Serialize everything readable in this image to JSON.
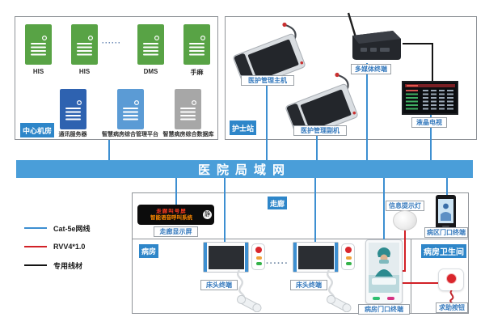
{
  "colors": {
    "lan_bar_blue": "#4a9ed9",
    "cat5e_blue": "#3d8fd1",
    "rvv_red": "#d22127",
    "dedicated_black": "#141414",
    "badge_blue": "#2e86c9",
    "server_green": "#58a345",
    "server_dark_blue": "#2e62b0",
    "server_light_blue": "#5b9bd5",
    "server_gray": "#a7a7a7"
  },
  "lan": {
    "label": "医院局域网"
  },
  "central_room": {
    "badge": "中心机房",
    "servers_top": [
      "HIS",
      "HIS",
      "DMS",
      "手麻"
    ],
    "dots": "······",
    "servers_bottom": [
      "通讯服务器",
      "智慧病房综合管理平台",
      "智慧病房综合数据库"
    ]
  },
  "nurse_station": {
    "badge": "护士站",
    "host": "医护管理主机",
    "secondary": "医护管理副机",
    "media": "多媒体终端",
    "tv": "液晶电视"
  },
  "legend": {
    "items": [
      {
        "label": "Cat-5e网线"
      },
      {
        "label": "RVV4*1.0"
      },
      {
        "label": "专用线材"
      }
    ]
  },
  "corridor": {
    "badge": "走廊",
    "led_line1": "走廊叫号屏",
    "led_line2": "智能语音呼叫系统",
    "led_badge": "静",
    "display": "走廊显示屏",
    "info_light": "信息提示灯",
    "area_door": "病区门口终端"
  },
  "ward": {
    "badge": "病房",
    "beds": [
      "床头终端",
      "床头终端"
    ],
    "dots": "······",
    "room_door": "病房门口终端"
  },
  "bathroom": {
    "badge": "病房卫生间",
    "help_button": "求助按钮"
  }
}
